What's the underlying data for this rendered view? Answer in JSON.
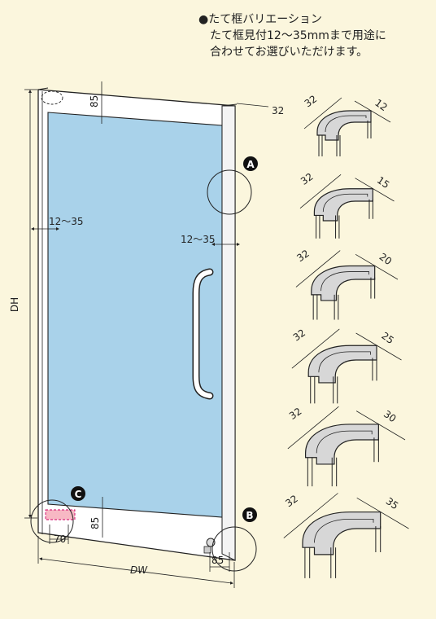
{
  "variation_note": {
    "title": "●たて框バリエーション",
    "line1": "たて框見付12〜35mmまで用途に",
    "line2": "合わせてお選びいただけます。"
  },
  "door": {
    "dim_top_rail": "85",
    "dim_side_32": "32",
    "dim_left_stile": "12〜35",
    "dim_right_stile": "12〜35",
    "dim_height": "DH",
    "dim_width": "DW",
    "dim_bottom_rail": "85",
    "dim_bottom_70": "70",
    "dim_bottom_85": "85"
  },
  "markers": [
    "A",
    "B",
    "C"
  ],
  "profiles": [
    {
      "depth": "32",
      "width": "12"
    },
    {
      "depth": "32",
      "width": "15"
    },
    {
      "depth": "32",
      "width": "20"
    },
    {
      "depth": "32",
      "width": "25"
    },
    {
      "depth": "32",
      "width": "30"
    },
    {
      "depth": "32",
      "width": "35"
    }
  ]
}
